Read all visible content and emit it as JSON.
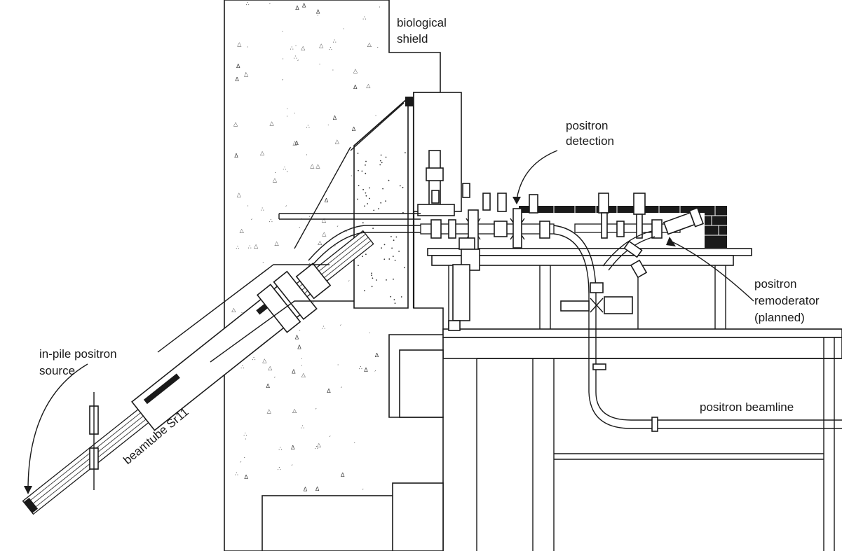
{
  "labels": {
    "biological_shield_l1": "biological",
    "biological_shield_l2": "shield",
    "positron_detection_l1": "positron",
    "positron_detection_l2": "detection",
    "positron_remoderator_l1": "positron",
    "positron_remoderator_l2": "remoderator",
    "positron_remoderator_l3": "(planned)",
    "in_pile_source_l1": "in-pile positron",
    "in_pile_source_l2": "source",
    "beamtube": "beamtube Sr11",
    "positron_beamline": "positron beamline"
  }
}
